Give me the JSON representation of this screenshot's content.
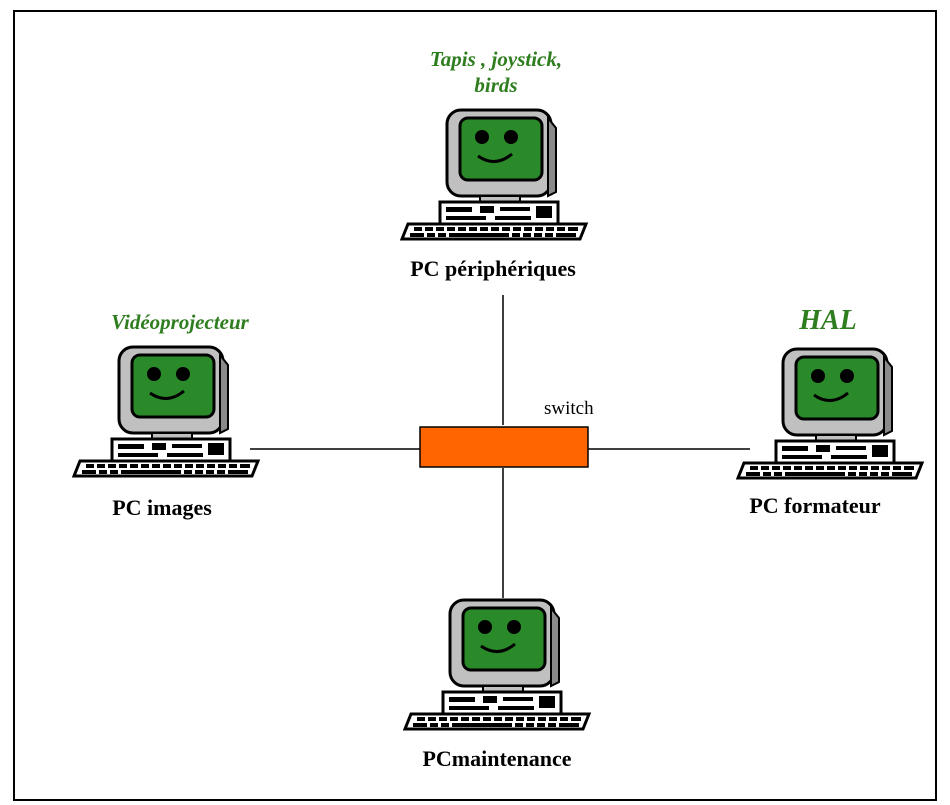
{
  "switch": {
    "label": "switch",
    "color": "#ff6600"
  },
  "nodes": {
    "top": {
      "name": "PC périphériques",
      "device_line1": "Tapis , joystick,",
      "device_line2": "birds"
    },
    "left": {
      "name": "PC images",
      "device": "Vidéoprojecteur"
    },
    "right": {
      "name": "PC formateur",
      "device": "HAL"
    },
    "bottom": {
      "name": "PCmaintenance"
    }
  },
  "colors": {
    "device_text": "#2e7d1e",
    "screen": "#2a8a2a",
    "monitor_body": "#c0c0c0"
  }
}
